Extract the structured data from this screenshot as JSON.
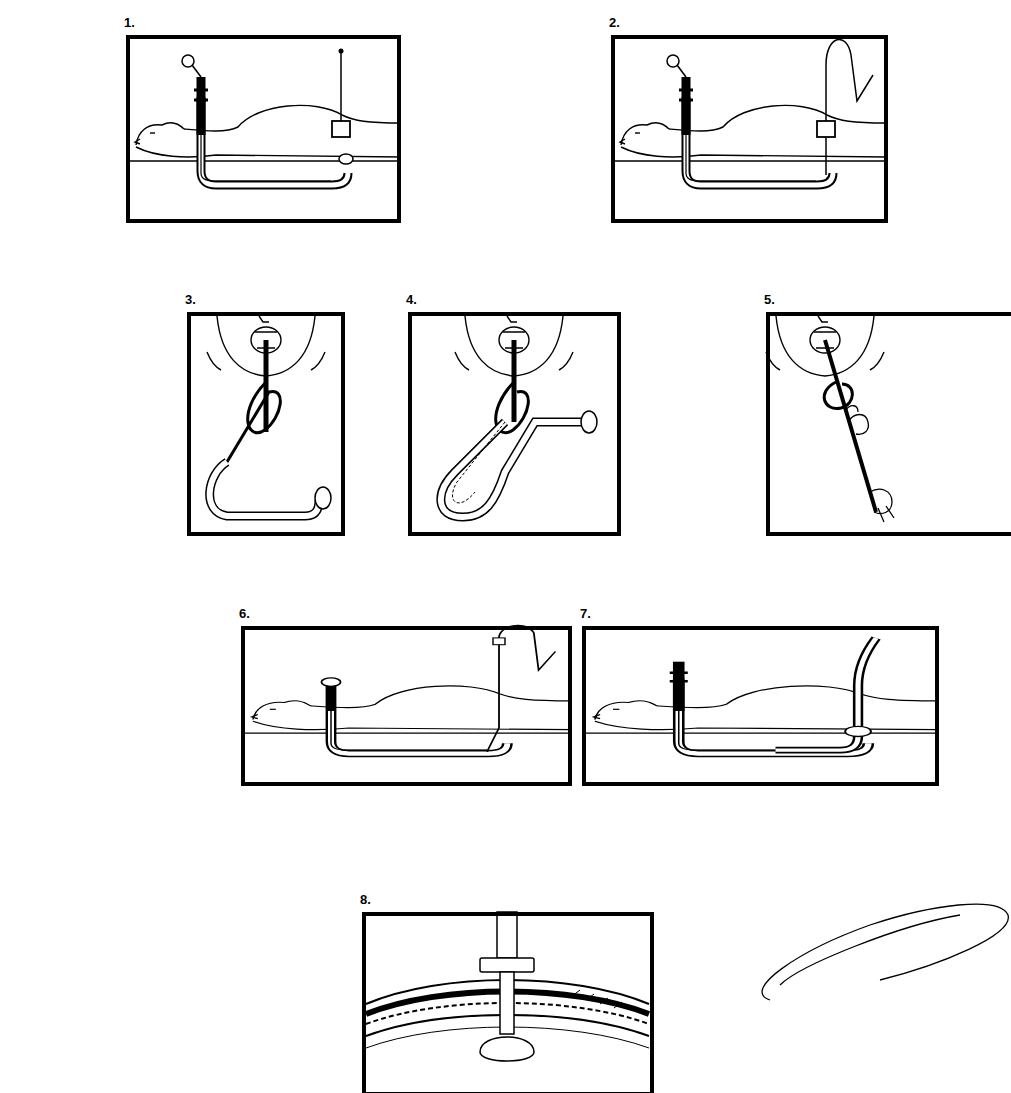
{
  "diagram": {
    "nodes": [
      {
        "text": [
          "1."
        ]
      },
      {
        "text": [
          "2."
        ]
      },
      {
        "text": [
          "3."
        ]
      },
      {
        "text": [
          "4."
        ]
      },
      {
        "text": [
          "5."
        ]
      },
      {
        "text": [
          "6."
        ]
      },
      {
        "text": [
          "7."
        ]
      },
      {
        "text": [
          "8."
        ]
      }
    ]
  }
}
